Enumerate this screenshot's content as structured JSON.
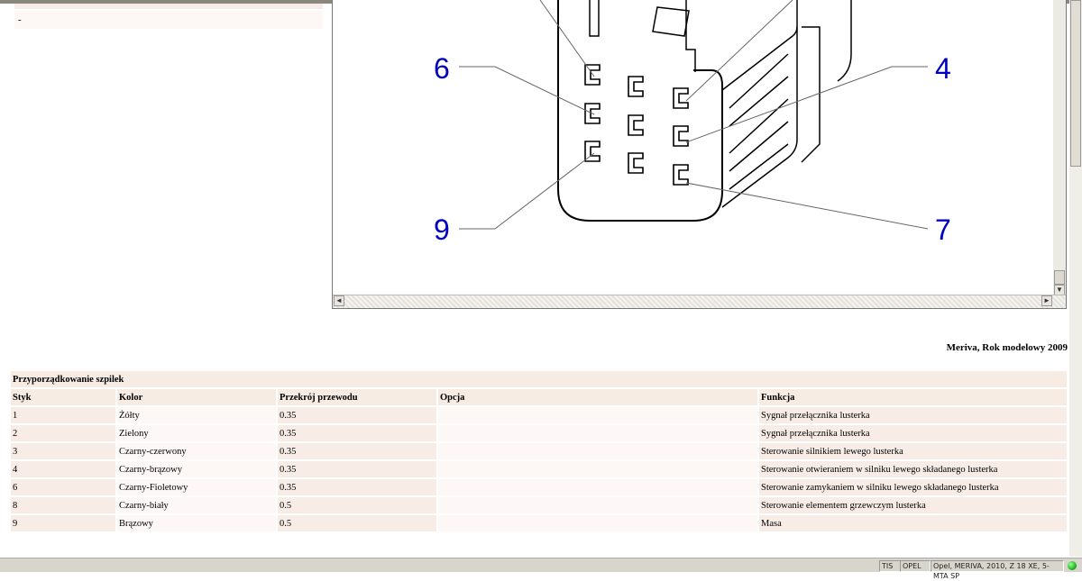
{
  "left_panel": {
    "row_text": "-"
  },
  "diagram": {
    "labels": [
      "6",
      "4",
      "9",
      "7"
    ],
    "label_color": "#0000c0"
  },
  "caption": "Meriva, Rok modelowy 2009",
  "table": {
    "title": "Przyporządkowanie szpilek",
    "headers": [
      "Styk",
      "Kolor",
      "Przekrój przewodu",
      "Opcja",
      "Funkcja"
    ],
    "rows": [
      [
        "1",
        "Żółty",
        "0.35",
        "",
        "Sygnał przełącznika lusterka"
      ],
      [
        "2",
        "Zielony",
        "0.35",
        "",
        "Sygnał przełącznika lusterka"
      ],
      [
        "3",
        "Czarny-czerwony",
        "0.35",
        "",
        "Sterowanie silnikiem lewego lusterka"
      ],
      [
        "4",
        "Czarny-brązowy",
        "0.35",
        "",
        "Sterowanie otwieraniem w silniku lewego składanego lusterka"
      ],
      [
        "6",
        "Czarny-Fioletowy",
        "0.35",
        "",
        "Sterowanie zamykaniem w silniku lewego składanego lusterka"
      ],
      [
        "8",
        "Czarny-biały",
        "0.5",
        "",
        "Sterowanie elementem grzewczym lusterka"
      ],
      [
        "9",
        "Brązowy",
        "0.5",
        "",
        "Masa"
      ]
    ]
  },
  "status": {
    "app": "TIS",
    "brand": "OPEL",
    "vehicle": "Opel, MERIVA, 2010, Z 18 XE, 5-MTA SP"
  }
}
